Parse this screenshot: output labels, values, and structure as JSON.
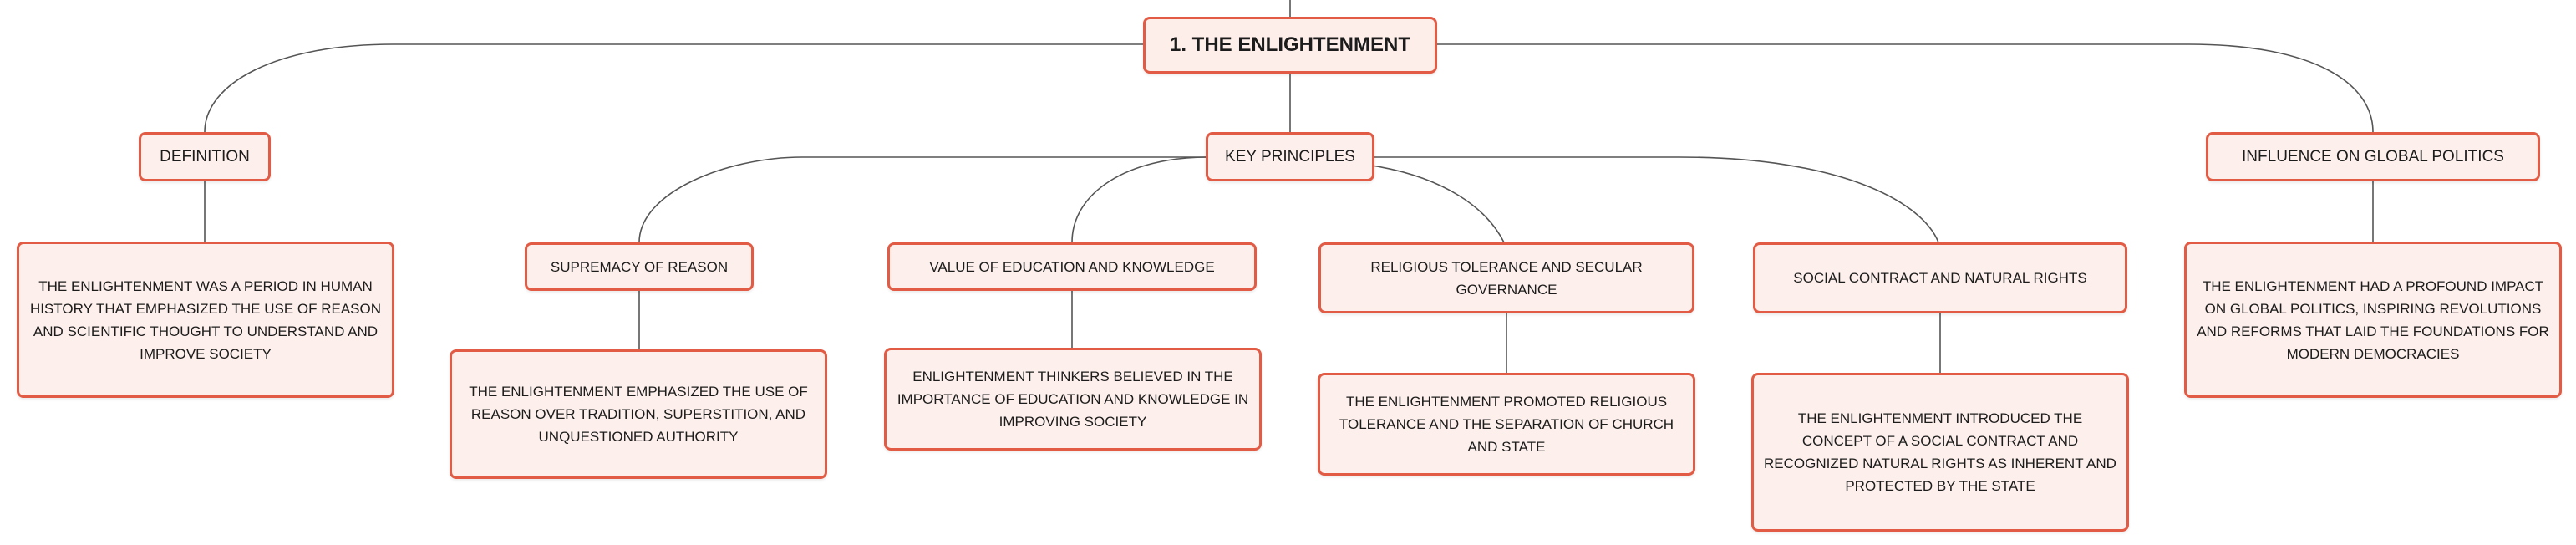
{
  "colors": {
    "node_border": "#e25b45",
    "node_fill": "#fdefeb",
    "connector": "#555555"
  },
  "root": {
    "label": "1. THE ENLIGHTENMENT"
  },
  "branches": {
    "definition": {
      "label": "DEFINITION",
      "detail": "THE ENLIGHTENMENT WAS A PERIOD IN HUMAN HISTORY THAT EMPHASIZED THE USE OF REASON AND SCIENTIFIC THOUGHT TO UNDERSTAND AND IMPROVE SOCIETY"
    },
    "key_principles": {
      "label": "KEY PRINCIPLES",
      "children": [
        {
          "label": "SUPREMACY OF REASON",
          "detail": "THE ENLIGHTENMENT EMPHASIZED THE USE OF REASON OVER TRADITION, SUPERSTITION, AND UNQUESTIONED AUTHORITY"
        },
        {
          "label": "VALUE OF EDUCATION AND KNOWLEDGE",
          "detail": "ENLIGHTENMENT THINKERS BELIEVED IN THE IMPORTANCE OF EDUCATION AND KNOWLEDGE IN IMPROVING SOCIETY"
        },
        {
          "label": "RELIGIOUS TOLERANCE AND SECULAR GOVERNANCE",
          "detail": "THE ENLIGHTENMENT PROMOTED RELIGIOUS TOLERANCE AND THE SEPARATION OF CHURCH AND STATE"
        },
        {
          "label": "SOCIAL CONTRACT AND NATURAL RIGHTS",
          "detail": "THE ENLIGHTENMENT INTRODUCED THE CONCEPT OF A SOCIAL CONTRACT AND RECOGNIZED NATURAL RIGHTS AS INHERENT AND PROTECTED BY THE STATE"
        }
      ]
    },
    "influence": {
      "label": "INFLUENCE ON GLOBAL POLITICS",
      "detail": "THE ENLIGHTENMENT HAD A PROFOUND IMPACT ON GLOBAL POLITICS, INSPIRING REVOLUTIONS AND REFORMS THAT LAID THE FOUNDATIONS FOR MODERN DEMOCRACIES"
    }
  }
}
